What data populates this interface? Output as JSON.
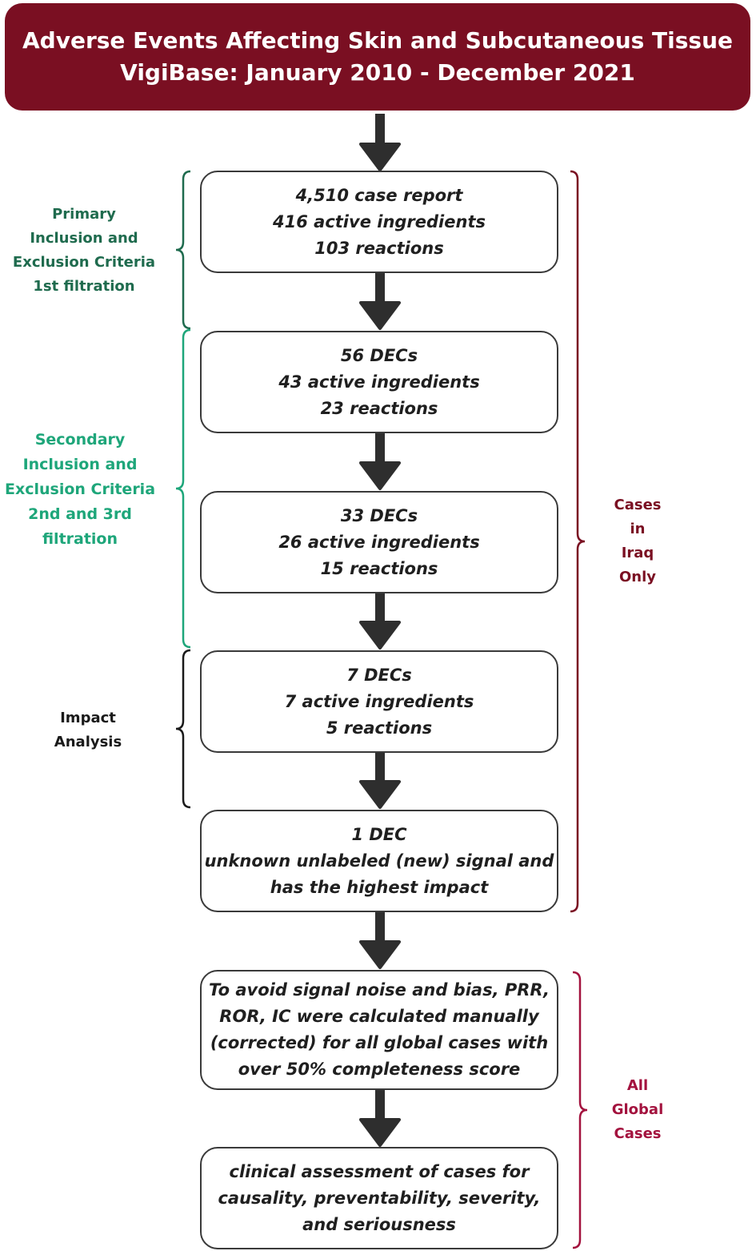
{
  "header": {
    "line1": "Adverse Events Affecting Skin and Subcutaneous Tissue",
    "line2": "VigiBase: January 2010 - December 2021"
  },
  "boxes": [
    {
      "lines": [
        "4,510 case report",
        "416 active ingredients",
        "103 reactions"
      ]
    },
    {
      "lines": [
        "56 DECs",
        "43 active ingredients",
        "23 reactions"
      ]
    },
    {
      "lines": [
        "33 DECs",
        "26 active ingredients",
        "15 reactions"
      ]
    },
    {
      "lines": [
        "7 DECs",
        "7 active ingredients",
        "5 reactions"
      ]
    },
    {
      "lines": [
        "1 DEC",
        "unknown unlabeled (new) signal and",
        "has the highest impact"
      ]
    },
    {
      "lines": [
        "To avoid signal noise and bias, PRR,",
        "ROR, IC were calculated manually",
        "(corrected) for all global cases with",
        "over 50% completeness score"
      ]
    },
    {
      "lines": [
        "clinical assessment of cases for",
        "causality, preventability, severity,",
        "and seriousness"
      ]
    }
  ],
  "left_labels": {
    "primary": {
      "lines": [
        "Primary",
        "Inclusion and",
        "Exclusion Criteria",
        "1st filtration"
      ],
      "color": "#1f6b4e"
    },
    "secondary": {
      "lines": [
        "Secondary",
        "Inclusion and",
        "Exclusion Criteria",
        "2nd and 3rd",
        "filtration"
      ],
      "color": "#1ea67a"
    },
    "impact": {
      "lines": [
        "Impact",
        "Analysis"
      ],
      "color": "#1a1a1a"
    }
  },
  "right_labels": {
    "iraq": {
      "lines": [
        "Cases",
        "in",
        "Iraq",
        "Only"
      ],
      "color": "#7a0f22"
    },
    "global": {
      "lines": [
        "All",
        "Global",
        "Cases"
      ],
      "color": "#a3123e"
    }
  },
  "colors": {
    "header_bg": "#7a0f22",
    "arrow": "#2e2e2e",
    "box_border": "#3a3a3a"
  }
}
